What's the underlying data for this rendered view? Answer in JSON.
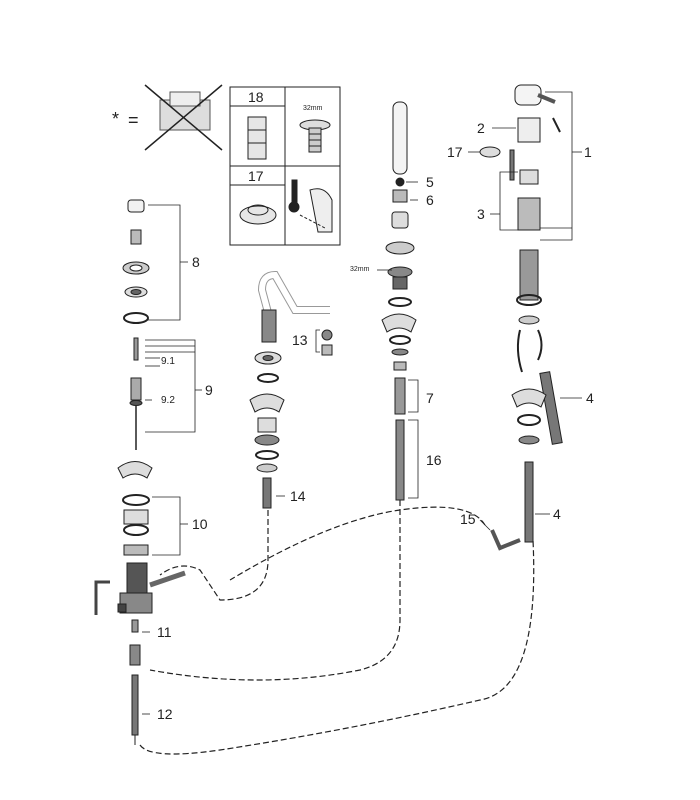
{
  "legend": {
    "asterisk": "*",
    "equals": "=",
    "box_18": "18",
    "box_17": "17",
    "size_32mm": "32mm"
  },
  "callouts": {
    "p1": "1",
    "p2": "2",
    "p3": "3",
    "p4a": "4",
    "p4b": "4",
    "p5": "5",
    "p6": "6",
    "p7": "7",
    "p8": "8",
    "p9": "9",
    "p9_1": "9.1",
    "p9_2": "9.2",
    "p10": "10",
    "p11": "11",
    "p12": "12",
    "p13": "13",
    "p14": "14",
    "p15": "15",
    "p16": "16",
    "p17": "17",
    "size_32mm": "32mm"
  }
}
